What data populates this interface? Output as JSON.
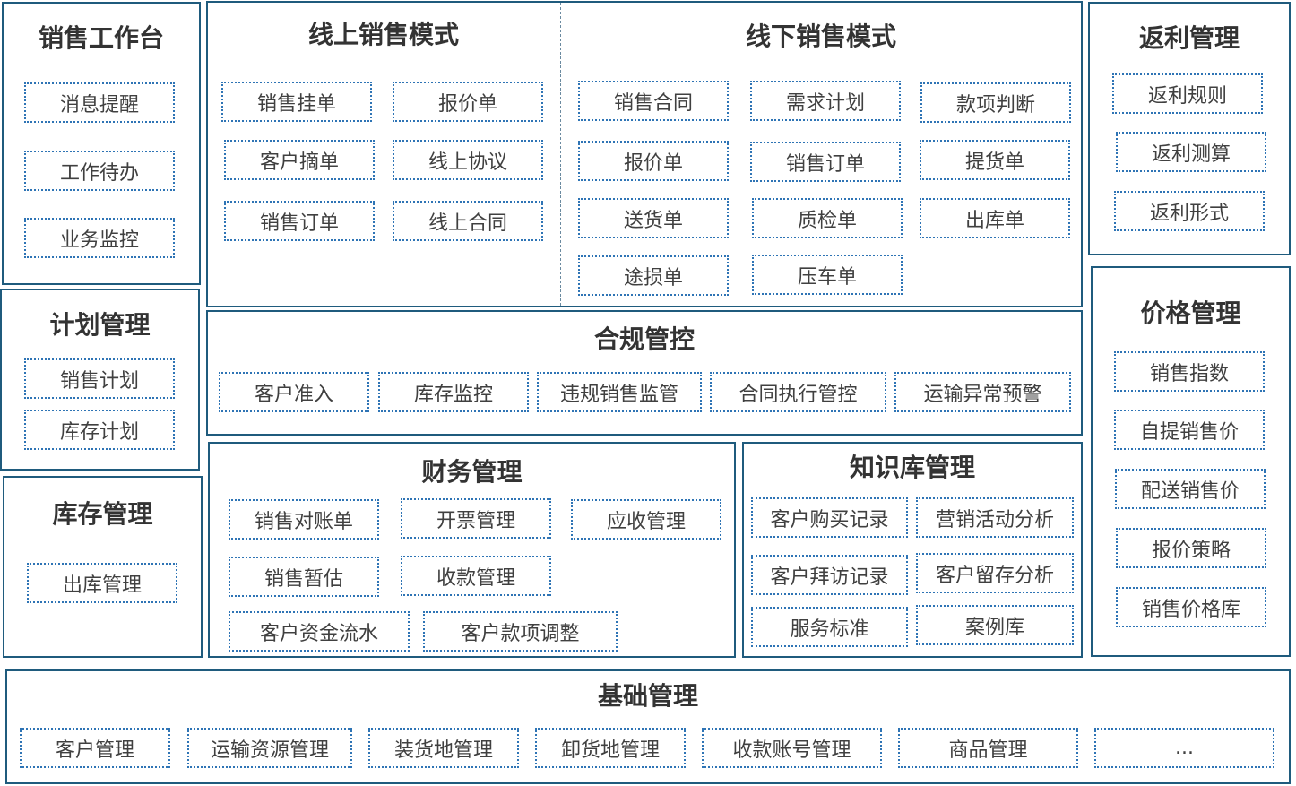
{
  "workbench": {
    "title": "销售工作台",
    "items": [
      "消息提醒",
      "工作待办",
      "业务监控"
    ]
  },
  "plan": {
    "title": "计划管理",
    "items": [
      "销售计划",
      "库存计划"
    ]
  },
  "inventory": {
    "title": "库存管理",
    "items": [
      "出库管理"
    ]
  },
  "online": {
    "title": "线上销售模式",
    "items": [
      "销售挂单",
      "报价单",
      "客户摘单",
      "线上协议",
      "销售订单",
      "线上合同"
    ]
  },
  "offline": {
    "title": "线下销售模式",
    "items": [
      "销售合同",
      "需求计划",
      "款项判断",
      "报价单",
      "销售订单",
      "提货单",
      "送货单",
      "质检单",
      "出库单",
      "途损单",
      "压车单"
    ]
  },
  "compliance": {
    "title": "合规管控",
    "items": [
      "客户准入",
      "库存监控",
      "违规销售监管",
      "合同执行管控",
      "运输异常预警"
    ]
  },
  "finance": {
    "title": "财务管理",
    "items": [
      "销售对账单",
      "开票管理",
      "应收管理",
      "销售暂估",
      "收款管理",
      "客户资金流水",
      "客户款项调整"
    ]
  },
  "knowledge": {
    "title": "知识库管理",
    "items": [
      "客户购买记录",
      "营销活动分析",
      "客户拜访记录",
      "客户留存分析",
      "服务标准",
      "案例库"
    ]
  },
  "rebate": {
    "title": "返利管理",
    "items": [
      "返利规则",
      "返利测算",
      "返利形式"
    ]
  },
  "price": {
    "title": "价格管理",
    "items": [
      "销售指数",
      "自提销售价",
      "配送销售价",
      "报价策略",
      "销售价格库"
    ]
  },
  "base": {
    "title": "基础管理",
    "items": [
      "客户管理",
      "运输资源管理",
      "装货地管理",
      "卸货地管理",
      "收款账号管理",
      "商品管理",
      "..."
    ]
  }
}
